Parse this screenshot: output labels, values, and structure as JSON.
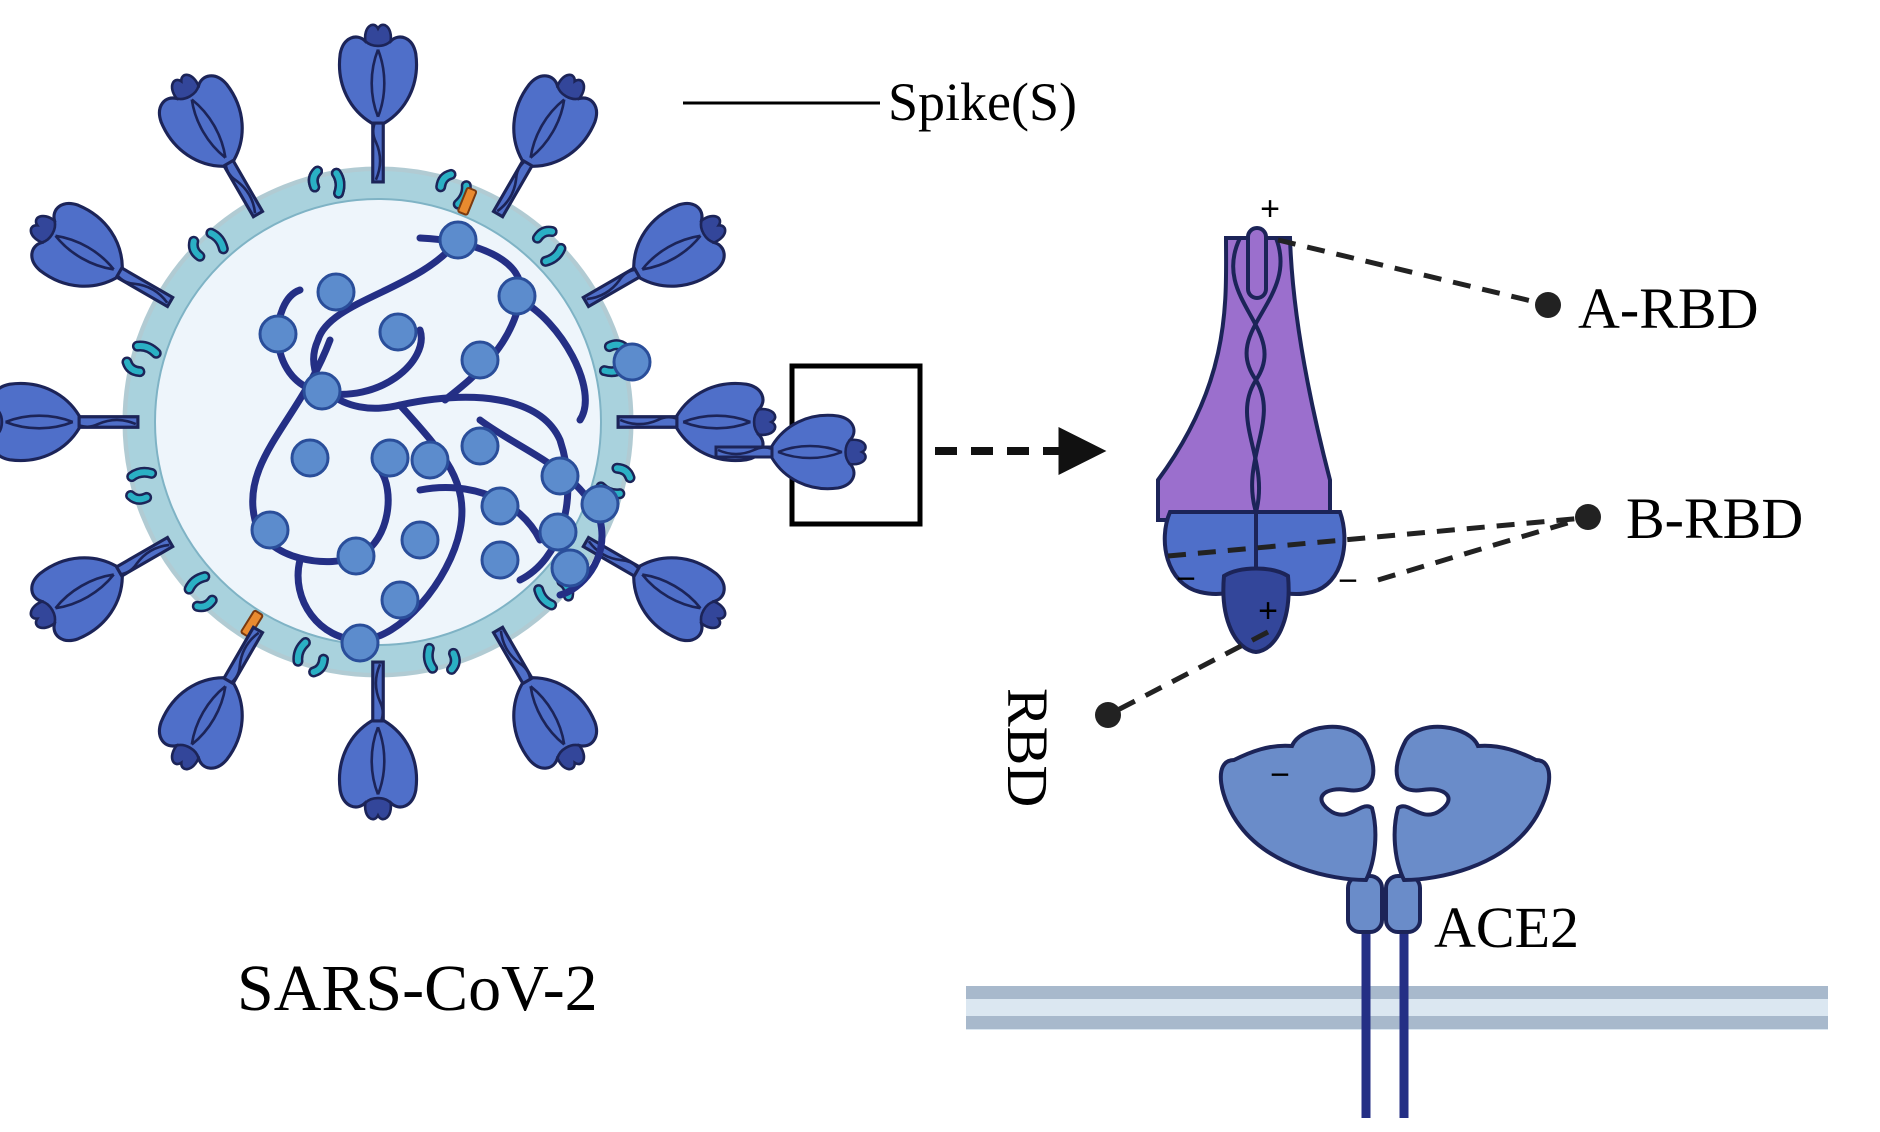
{
  "labels": {
    "spike": "Spike(S)",
    "virus": "SARS-CoV-2",
    "a_rbd": "A-RBD",
    "b_rbd": "B-RBD",
    "rbd": "RBD",
    "ace2": "ACE2"
  },
  "charges": {
    "top_plus": "+",
    "minus_left": "−",
    "minus_right": "−",
    "bottom_plus": "+",
    "ace2_minus": "−"
  },
  "colors": {
    "spike_blue": "#4f6fc9",
    "spike_dark": "#33469a",
    "outline": "#1c2458",
    "membrane": "#a9d2dd",
    "virus_interior": "#eef5fb",
    "rna_strand": "#242f85",
    "rna_bead": "#5c8ccd",
    "protein_teal": "#2ab0c4",
    "marker_orange": "#e98a2f",
    "spike_purple": "#9b6fcd",
    "ace2_blue": "#6a8cc9",
    "cell_membrane": "#a8b9cc"
  }
}
